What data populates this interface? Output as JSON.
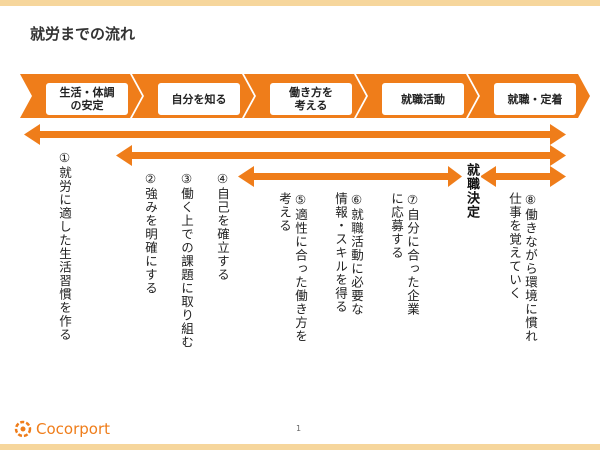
{
  "title": "就労までの流れ",
  "stages": [
    {
      "label": "生活・体調\nの安定"
    },
    {
      "label": "自分を知る"
    },
    {
      "label": "働き方を\n考える"
    },
    {
      "label": "就職活動"
    },
    {
      "label": "就職・定着"
    }
  ],
  "steps": [
    {
      "text": "①就労に適した生活習慣を作る"
    },
    {
      "text": "②強みを明確にする"
    },
    {
      "text": "③働く上での課題に取り組む"
    },
    {
      "text": "④自己を確立する"
    },
    {
      "text": "⑤適性に合った働き方を\n考える"
    },
    {
      "text": "⑥就職活動に必要な\n情報・スキルを得る"
    },
    {
      "text": "⑦自分に合った企業\nに応募する"
    },
    {
      "text": "⑧働きながら環境に慣れ\n仕事を覚えていく"
    }
  ],
  "decision": "就職決定",
  "page_number": "1",
  "logo": {
    "text": "Cocorport"
  },
  "colors": {
    "accent": "#ef7d1a",
    "bar": "#f6d69c"
  }
}
